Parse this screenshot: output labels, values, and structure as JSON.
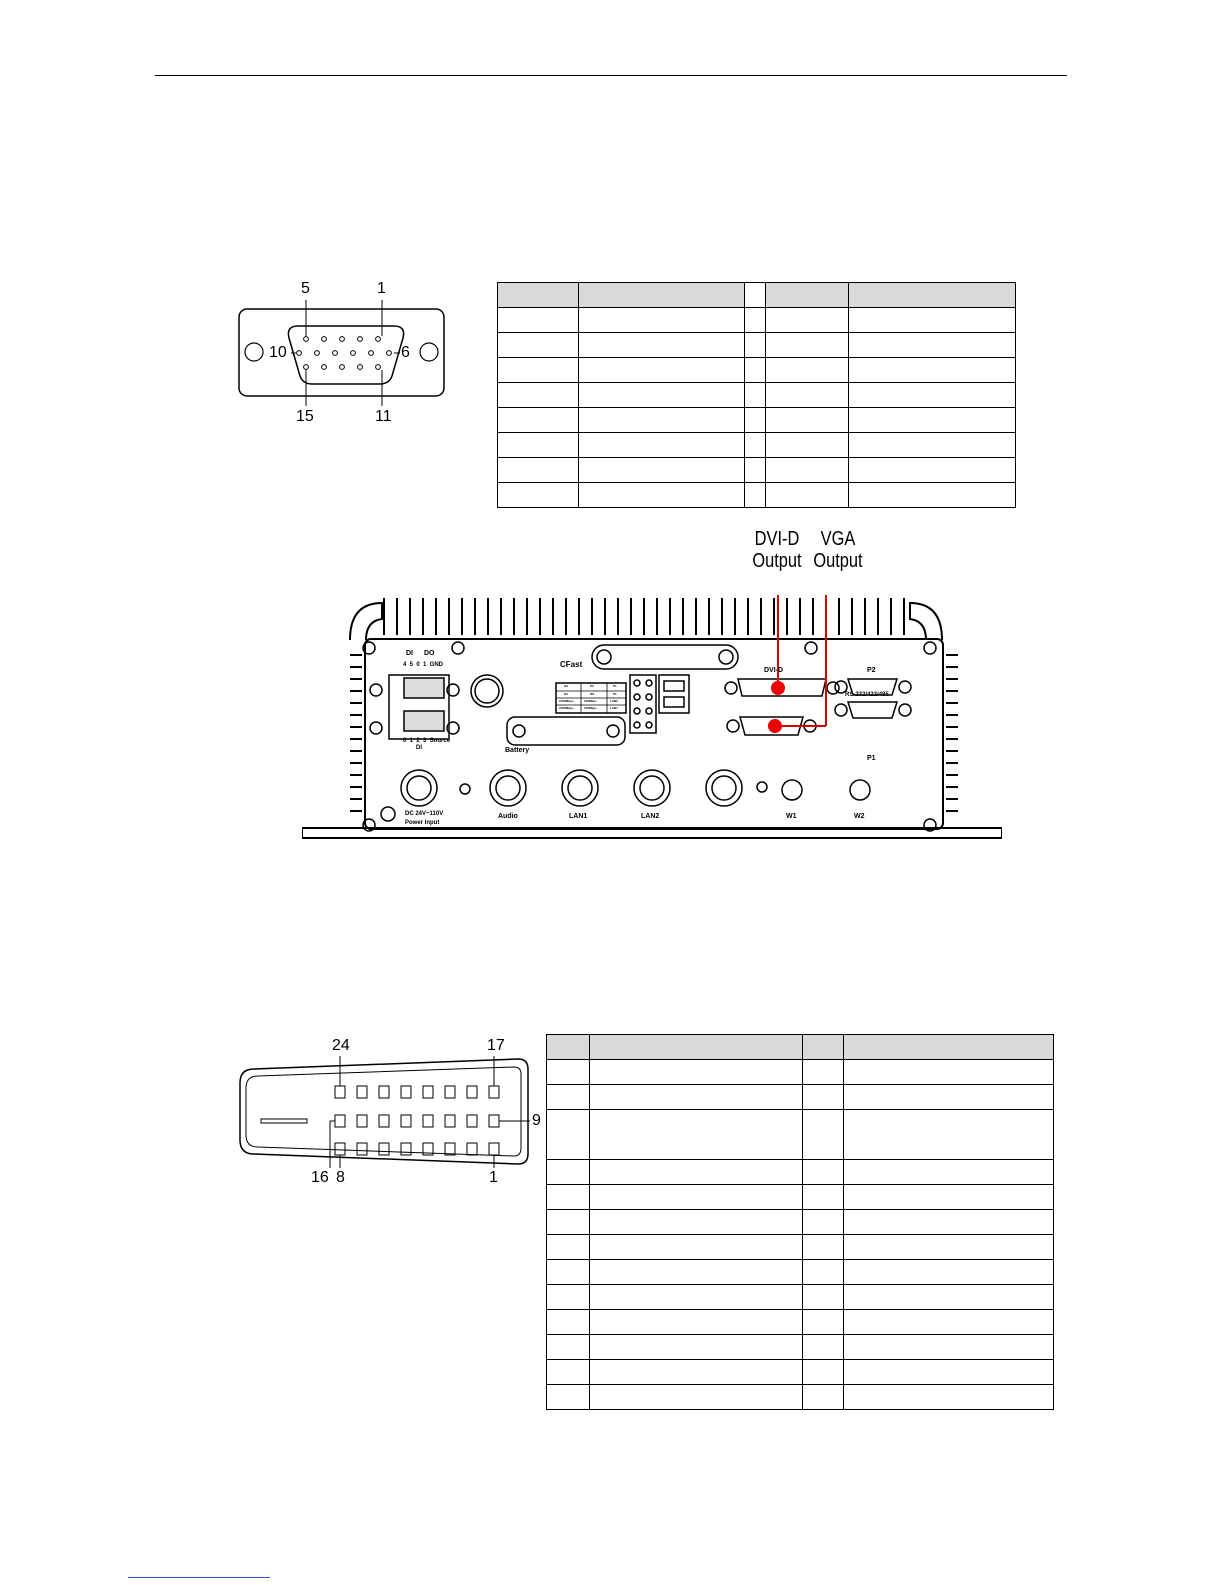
{
  "vga_connector": {
    "pin_labels": {
      "p5": "5",
      "p1": "1",
      "p10": "10",
      "p6": "6",
      "p15": "15",
      "p11": "11"
    },
    "table": {
      "rows": 9,
      "cols": 5
    }
  },
  "callouts": {
    "dvi": {
      "line1": "DVI-D",
      "line2": "Output"
    },
    "vga": {
      "line1": "VGA",
      "line2": "Output"
    }
  },
  "panel": {
    "di_do": {
      "di": "DI",
      "do": "DO",
      "top_pins": "4  5  0  1  GND",
      "bottom_pins": "0  1  2  3  Source",
      "bottom_di": "DI"
    },
    "cfast": "CFast",
    "battery": "Battery",
    "dvi_d": "DVI-D",
    "p2": "P2",
    "rs": "RS-232/422/485",
    "p1": "P1",
    "led_table": [
      [
        "HA",
        "P2",
        "P1"
      ],
      [
        "HV",
        "W1",
        "P1"
      ],
      [
        "1000Mbps",
        "100Mbps",
        "LAN2"
      ],
      [
        "1000Mbps",
        "100Mbps",
        "LAN1"
      ]
    ],
    "bottom_labels": {
      "power": "DC 24V~110V",
      "power2": "Power Input",
      "audio": "Audio",
      "lan1": "LAN1",
      "lan2": "LAN2",
      "w1": "W1",
      "w2": "W2"
    }
  },
  "dvi_connector": {
    "pin_labels": {
      "p24": "24",
      "p17": "17",
      "p9": "9",
      "p16": "16",
      "p8": "8",
      "p1": "1"
    },
    "table": {
      "rows": 14,
      "cols": 4
    }
  }
}
